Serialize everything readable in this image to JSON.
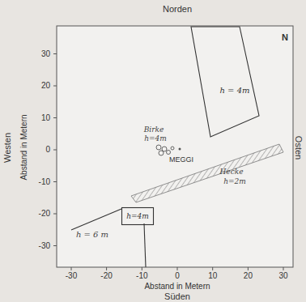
{
  "diagram": {
    "nodes": [
      {
        "text": [
          "h = 4m"
        ]
      },
      {
        "text": [
          "h=4m"
        ]
      }
    ],
    "labels": [
      "Norden",
      "N",
      "Westen",
      "Abstand in Metern",
      "Osten",
      "Abstand in Metern",
      "Süden",
      "30",
      "20",
      "10",
      "0",
      "-10",
      "-20",
      "-30",
      "-30",
      "-20",
      "-10",
      "0",
      "10",
      "20",
      "30",
      "Birke",
      "h=4m",
      "MEGGI",
      "Hecke",
      "h=2m",
      "h = 6 m"
    ]
  }
}
